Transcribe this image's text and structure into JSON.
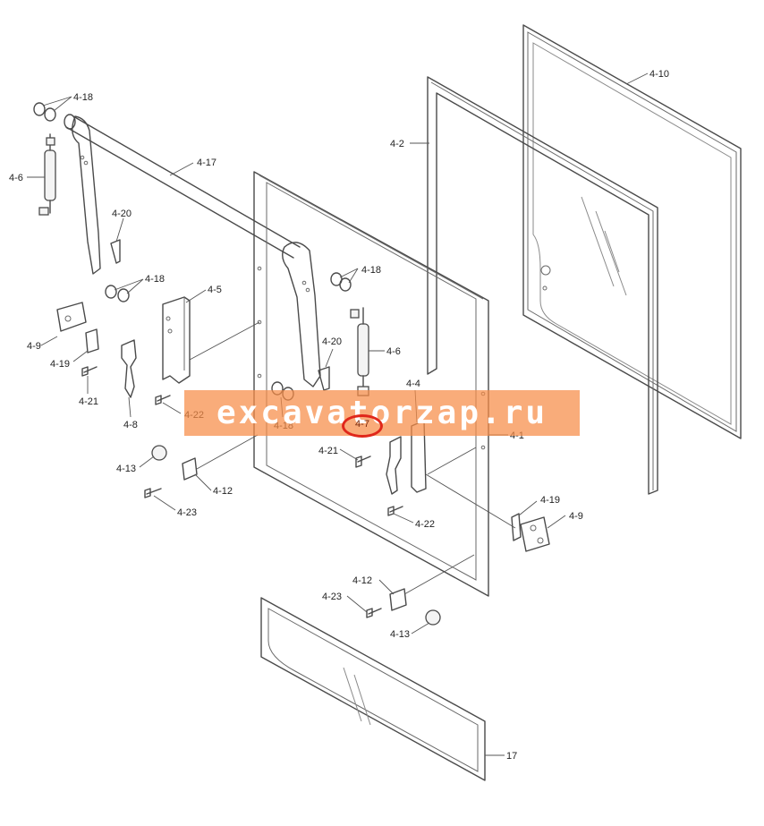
{
  "labels": {
    "l418a": "4-18",
    "l46a": "4-6",
    "l417": "4-17",
    "l42": "4-2",
    "l410": "4-10",
    "l420a": "4-20",
    "l418b": "4-18",
    "l45": "4-5",
    "l418c": "4-18",
    "l49a": "4-9",
    "l419a": "4-19",
    "l420b": "4-20",
    "l46b": "4-6",
    "l421a": "4-21",
    "l44": "4-4",
    "l48": "4-8",
    "l422a": "4-22",
    "l418d": "4-18",
    "l47": "4-7",
    "l41": "4-1",
    "l421b": "4-21",
    "l413a": "4-13",
    "l412a": "4-12",
    "l423a": "4-23",
    "l422b": "4-22",
    "l419b": "4-19",
    "l49b": "4-9",
    "l412b": "4-12",
    "l423b": "4-23",
    "l413b": "4-13",
    "l17": "17"
  },
  "watermark": {
    "text": "excavatorzap.ru",
    "color": "#f78c46"
  },
  "highlight": {
    "part": "4-7",
    "color": "#e0271b"
  }
}
